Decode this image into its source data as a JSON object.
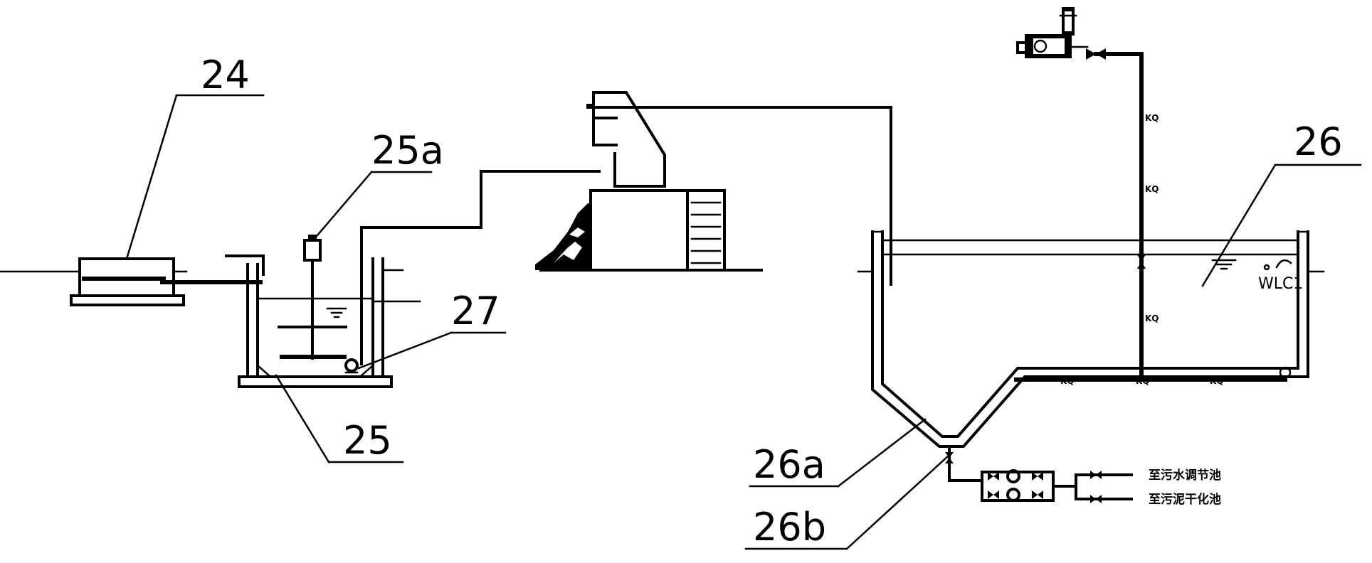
{
  "labels": {
    "l24": "24",
    "l25a": "25a",
    "l27": "27",
    "l25": "25",
    "l26": "26",
    "l26a": "26a",
    "l26b": "26b"
  },
  "annotations": {
    "wlc": "WLC1",
    "kg": "KQ",
    "outlet_1": "至污水调节池",
    "outlet_2": "至污泥干化池"
  }
}
